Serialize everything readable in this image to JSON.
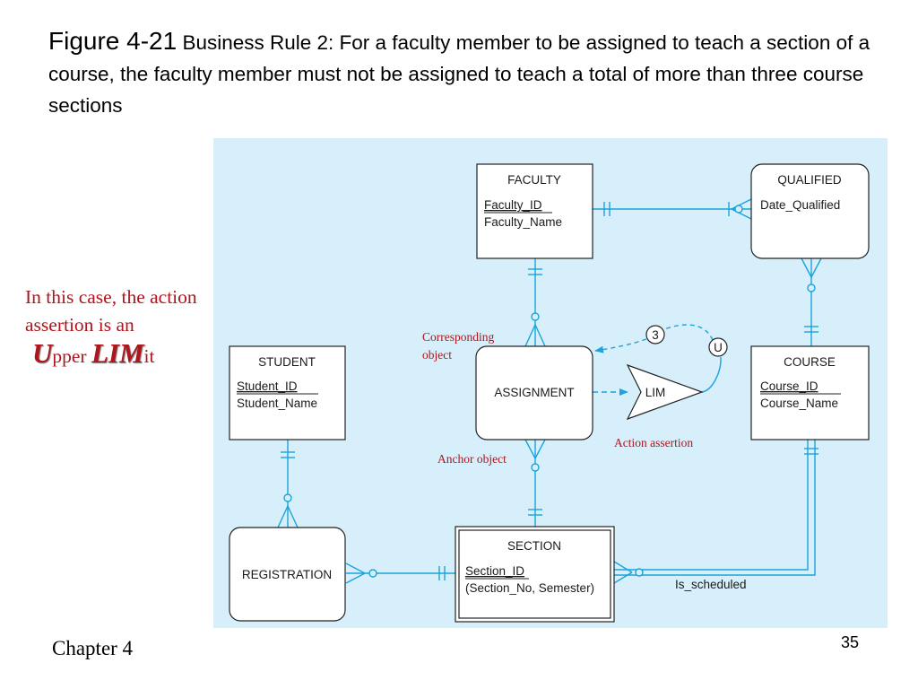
{
  "title": {
    "figure_label": "Figure 4-21",
    "text": "Business Rule 2: For a faculty member to be assigned to teach a section of a course, the faculty member must not be assigned to teach a total of more than three course sections"
  },
  "side_note": {
    "intro": "In this case, the action assertion is an",
    "u_big": "U",
    "u_rest": "pper",
    "lim_big": "LIM",
    "lim_rest": "it"
  },
  "diagram": {
    "background_color": "#d7effa",
    "line_color": "#1aa3dc",
    "entities": {
      "faculty": {
        "name": "FACULTY",
        "attributes": [
          "Faculty_ID",
          "Faculty_Name"
        ]
      },
      "qualified": {
        "name": "QUALIFIED",
        "attributes": [
          "Date_Qualified"
        ]
      },
      "student": {
        "name": "STUDENT",
        "attributes": [
          "Student_ID",
          "Student_Name"
        ]
      },
      "assignment": {
        "name": "ASSIGNMENT"
      },
      "course": {
        "name": "COURSE",
        "attributes": [
          "Course_ID",
          "Course_Name"
        ]
      },
      "registration": {
        "name": "REGISTRATION"
      },
      "section": {
        "name": "SECTION",
        "attributes": [
          "Section_ID",
          "(Section_No, Semester)"
        ]
      }
    },
    "action_assertion": {
      "label": "LIM"
    },
    "constraint_number": "3",
    "constraint_symbol": "U",
    "relationship_label": "Is_scheduled",
    "annotations": {
      "corresponding_object": "Corresponding object",
      "anchor_object": "Anchor object",
      "action_assertion": "Action assertion"
    }
  },
  "footer": {
    "chapter": "Chapter 4",
    "page_number": "35"
  }
}
